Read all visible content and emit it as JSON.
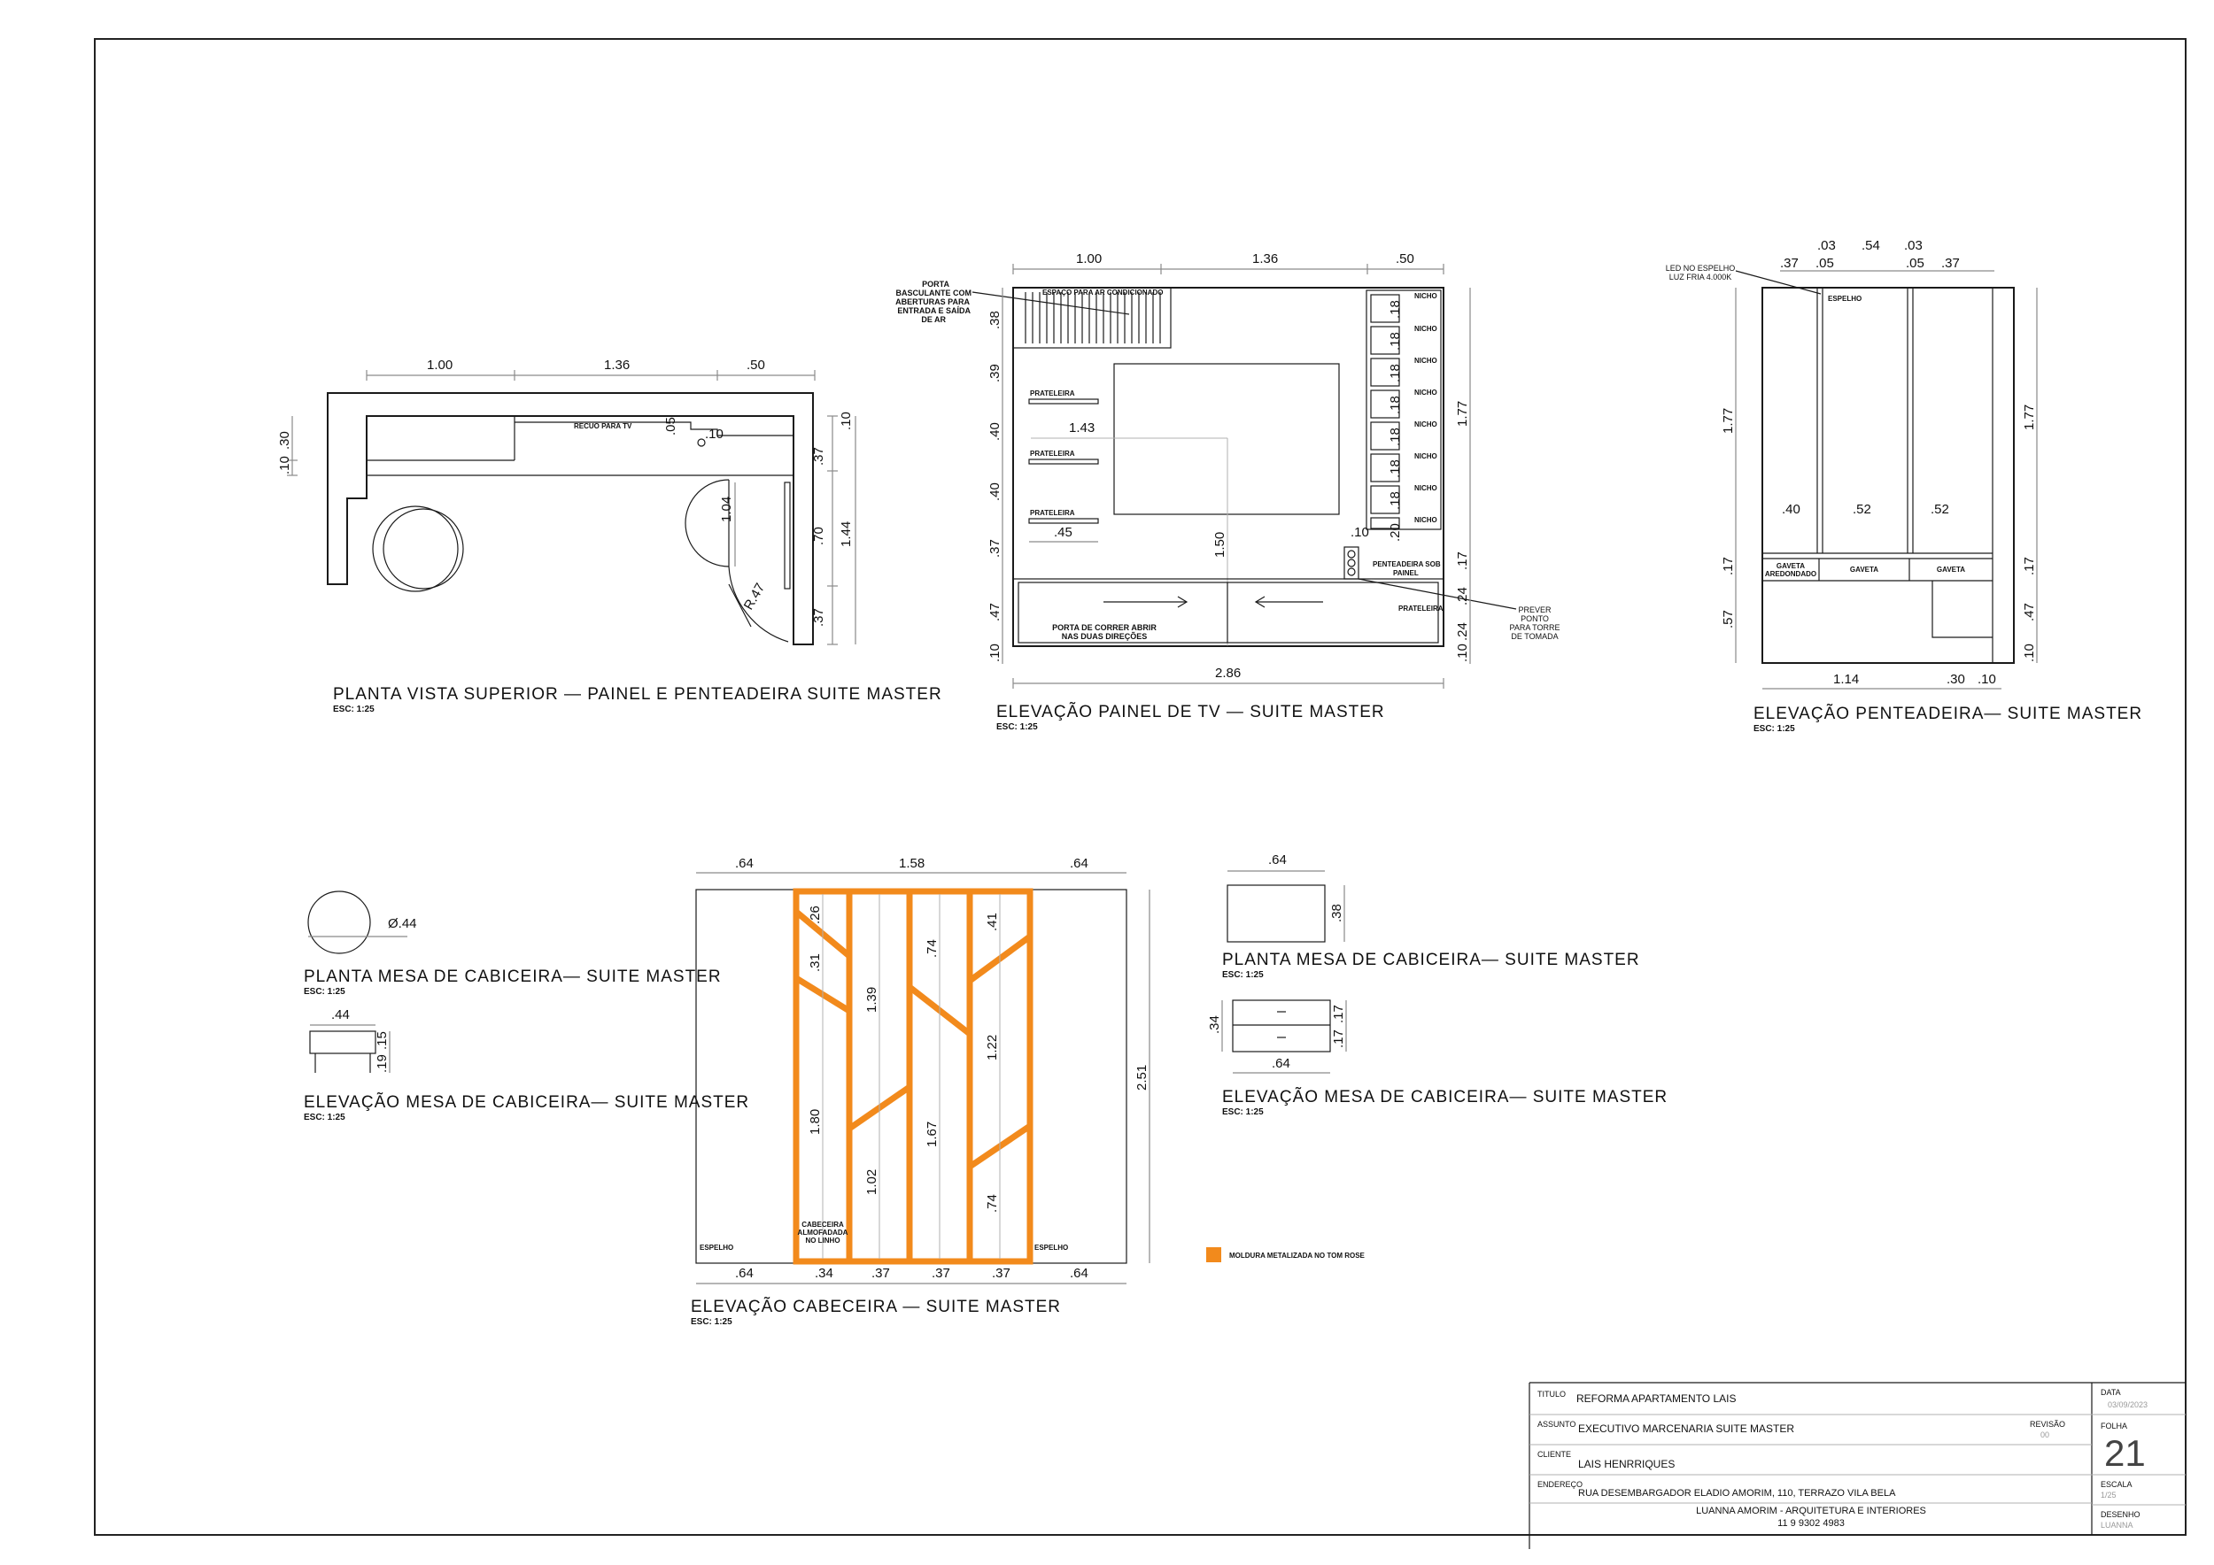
{
  "drawings": {
    "plan_panel": {
      "title": "PLANTA VISTA SUPERIOR — PAINEL E PENTEADEIRA SUITE MASTER",
      "scale": "ESC: 1:25",
      "label_recuo": "RECUO PARA TV",
      "dims": {
        "d1": "1.00",
        "d2": "1.36",
        "d3": ".50",
        "d4": ".30",
        "d5": ".10",
        "d6": ".05",
        "d7": ".10",
        "d8": "1.04",
        "d9": "R.47",
        "d10": ".10",
        "d11": ".37",
        "d12": ".70",
        "d13": ".37",
        "d14": "1.44"
      }
    },
    "elev_tv": {
      "title": "ELEVAÇÃO PAINEL DE TV — SUITE MASTER",
      "scale": "ESC: 1:25",
      "label_porta": [
        "PORTA",
        "BASCULANTE COM",
        "ABERTURAS PARA",
        "ENTRADA E SAÍDA",
        "DE AR"
      ],
      "label_espaco": "ESPAÇO PARA AR CONDICIONADO",
      "label_prateleira": "PRATELEIRA",
      "label_nicho": "NICHO",
      "label_penteadeira": [
        "PENTEADEIRA SOB",
        "PAINEL"
      ],
      "label_porta_correr": [
        "PORTA DE CORRER ABRIR",
        "NAS DUAS DIREÇÕES"
      ],
      "label_prever": [
        "PREVER",
        "PONTO",
        "PARA TORRE",
        "DE TOMADA"
      ],
      "dims": {
        "d1": "1.00",
        "d2": "1.36",
        "d3": ".50",
        "v1": ".38",
        "v2": ".39",
        "v3": ".40",
        "v4": ".40",
        "v5": ".37",
        "v6": ".47",
        "v7": ".10",
        "w143": "1.43",
        "w45": ".45",
        "h150": "1.50",
        "d10": ".10",
        "n18": ".18",
        "n20": ".20",
        "r177": "1.77",
        "r17": ".17",
        "r24a": ".24",
        "r24b": ".24",
        "r10": ".10",
        "total": "2.86"
      }
    },
    "elev_pent": {
      "title": "ELEVAÇÃO PENTEADEIRA— SUITE MASTER",
      "scale": "ESC: 1:25",
      "label_led": [
        "LED NO ESPELHO",
        "LUZ FRIA 4.000K"
      ],
      "label_espelho": "ESPELHO",
      "label_gaveta_ared": [
        "GAVETA",
        "AREDONDADO"
      ],
      "label_gaveta": "GAVETA",
      "dims": {
        "t03a": ".03",
        "t54": ".54",
        "t03b": ".03",
        "t37a": ".37",
        "t05a": ".05",
        "t05b": ".05",
        "t37b": ".37",
        "l177": "1.77",
        "l17": ".17",
        "l57": ".57",
        "w40": ".40",
        "w52a": ".52",
        "w52b": ".52",
        "b114": "1.14",
        "b30": ".30",
        "b10": ".10",
        "r177": "1.77",
        "r17": ".17",
        "r47": ".47",
        "r10": ".10"
      }
    },
    "plan_mesa_left": {
      "title": "PLANTA MESA DE CABICEIRA— SUITE MASTER",
      "scale": "ESC: 1:25",
      "dim": "Ø.44"
    },
    "elev_mesa_left": {
      "title": "ELEVAÇÃO MESA DE CABICEIRA— SUITE MASTER",
      "scale": "ESC: 1:25",
      "d44": ".44",
      "d15": ".15",
      "d19": ".19"
    },
    "elev_cabeceira": {
      "title": "ELEVAÇÃO CABECEIRA — SUITE MASTER",
      "scale": "ESC: 1:25",
      "label_espelho": "ESPELHO",
      "label_cabeceira": [
        "CABECEIRA",
        "ALMOFADADA",
        "NO LINHO"
      ],
      "dims": {
        "t64a": ".64",
        "t158": "1.58",
        "t64b": ".64",
        "h251": "2.51",
        "v26": ".26",
        "v31": ".31",
        "v180": "1.80",
        "v139": "1.39",
        "v102": "1.02",
        "v74a": ".74",
        "v167": "1.67",
        "v41": ".41",
        "v122": "1.22",
        "v74b": ".74",
        "b64a": ".64",
        "b34": ".34",
        "b37a": ".37",
        "b37b": ".37",
        "b37c": ".37",
        "b64b": ".64"
      }
    },
    "plan_mesa_right": {
      "title": "PLANTA MESA DE CABICEIRA— SUITE MASTER",
      "scale": "ESC: 1:25",
      "d64": ".64",
      "d38": ".38"
    },
    "elev_mesa_right": {
      "title": "ELEVAÇÃO MESA DE CABICEIRA— SUITE MASTER",
      "scale": "ESC: 1:25",
      "d34": ".34",
      "d17a": ".17",
      "d17b": ".17",
      "d64": ".64"
    },
    "legend": {
      "label": "MOLDURA METALIZADA NO TOM ROSE",
      "color": "#f28a1c"
    }
  },
  "title_block": {
    "titulo_label": "TITULO",
    "titulo": "REFORMA APARTAMENTO LAIS",
    "assunto_label": "ASSUNTO",
    "assunto": "EXECUTIVO MARCENARIA SUITE MASTER",
    "revisao_label": "REVISÃO",
    "revisao": "00",
    "cliente_label": "CLIENTE",
    "cliente": "LAIS HENRRIQUES",
    "endereco_label": "ENDEREÇO",
    "endereco": "RUA DESEMBARGADOR ELADIO AMORIM, 110, TERRAZO VILA BELA",
    "empresa": "LUANNA AMORIM  - ARQUITETURA E INTERIORES",
    "telefone": "11 9 9302 4983",
    "data_label": "DATA",
    "data": "03/09/2023",
    "folha_label": "FOLHA",
    "folha": "21",
    "escala_label": "ESCALA",
    "escala": "1/25",
    "desenho_label": "DESENHO",
    "desenho": "LUANNA"
  }
}
